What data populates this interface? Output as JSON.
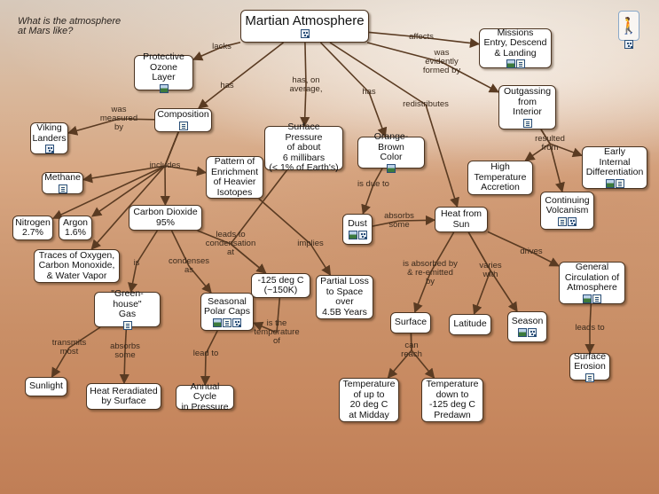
{
  "question": "What is the atmosphere\nat Mars like?",
  "accessibility": {
    "icon": "person-accessibility-icon"
  },
  "nodes": [
    {
      "id": "martian",
      "text": "Martian Atmosphere",
      "title": true,
      "icons": [
        "map"
      ]
    },
    {
      "id": "missions",
      "text": "Missions\nEntry, Descend\n& Landing",
      "icons": [
        "img",
        "doc"
      ]
    },
    {
      "id": "ozone",
      "text": "Protective\nOzone Layer",
      "icons": [
        "img"
      ]
    },
    {
      "id": "composition",
      "text": "Composition",
      "icons": [
        "doc"
      ]
    },
    {
      "id": "viking",
      "text": "Viking\nLanders",
      "icons": [
        "map"
      ]
    },
    {
      "id": "surface_pressure",
      "text": "Surface Pressure\nof about\n6 millibars\n(< 1% of Earth's)",
      "icons": []
    },
    {
      "id": "orange",
      "text": "Orange-Brown\nColor",
      "icons": [
        "img"
      ]
    },
    {
      "id": "outgassing",
      "text": "Outgassing\nfrom\nInterior",
      "icons": [
        "doc"
      ]
    },
    {
      "id": "methane",
      "text": "Methane",
      "icons": [
        "doc"
      ]
    },
    {
      "id": "pattern",
      "text": "Pattern of\nEnrichment\nof Heavier\nIsotopes",
      "icons": []
    },
    {
      "id": "high_temp",
      "text": "High\nTemperature\nAccretion",
      "icons": []
    },
    {
      "id": "early",
      "text": "Early\nInternal\nDifferentiation",
      "icons": [
        "img",
        "doc"
      ]
    },
    {
      "id": "nitrogen",
      "text": "Nitrogen\n2.7%",
      "icons": []
    },
    {
      "id": "argon",
      "text": "Argon\n1.6%",
      "icons": []
    },
    {
      "id": "co2",
      "text": "Carbon Dioxide\n95%",
      "icons": []
    },
    {
      "id": "dust",
      "text": "Dust",
      "icons": [
        "img",
        "map"
      ]
    },
    {
      "id": "heat_sun",
      "text": "Heat from\nSun",
      "icons": []
    },
    {
      "id": "continuing",
      "text": "Continuing\nVolcanism",
      "icons": [
        "doc",
        "map"
      ]
    },
    {
      "id": "traces",
      "text": "Traces of Oxygen,\nCarbon Monoxide,\n& Water Vapor",
      "icons": []
    },
    {
      "id": "minus125",
      "text": "-125 deg C\n(~150K)",
      "icons": []
    },
    {
      "id": "partial_loss",
      "text": "Partial Loss\nto Space\nover\n4.5B Years",
      "icons": []
    },
    {
      "id": "general_circ",
      "text": "General\nCirculation of\nAtmosphere",
      "icons": [
        "img",
        "doc"
      ]
    },
    {
      "id": "greenhouse",
      "text": "\"Green-house\"\nGas",
      "icons": [
        "doc"
      ]
    },
    {
      "id": "polar_caps",
      "text": "Seasonal\nPolar Caps",
      "icons": [
        "img",
        "doc",
        "map"
      ]
    },
    {
      "id": "surface",
      "text": "Surface",
      "icons": []
    },
    {
      "id": "latitude",
      "text": "Latitude",
      "icons": []
    },
    {
      "id": "season",
      "text": "Season",
      "icons": [
        "img",
        "map"
      ]
    },
    {
      "id": "sunlight",
      "text": "Sunlight",
      "icons": []
    },
    {
      "id": "heat_reradiated",
      "text": "Heat Reradiated\nby Surface",
      "icons": []
    },
    {
      "id": "annual_cycle",
      "text": "Annual Cycle\nin Pressure",
      "icons": []
    },
    {
      "id": "temp_up",
      "text": "Temperature\nof up to\n20 deg C\nat Midday",
      "icons": []
    },
    {
      "id": "temp_down",
      "text": "Temperature\ndown to\n-125 deg C\nPredawn",
      "icons": []
    },
    {
      "id": "surface_erosion",
      "text": "Surface\nErosion",
      "icons": [
        "doc"
      ]
    }
  ],
  "links": [
    {
      "id": "lacks",
      "text": "lacks"
    },
    {
      "id": "affects",
      "text": "affects"
    },
    {
      "id": "formed_by",
      "text": "was\nevidently\nformed by"
    },
    {
      "id": "has1",
      "text": "has"
    },
    {
      "id": "has_on_avg",
      "text": "has, on\naverage,"
    },
    {
      "id": "has2",
      "text": "has"
    },
    {
      "id": "redistributes",
      "text": "redistributes"
    },
    {
      "id": "measured_by",
      "text": "was\nmeasured\nby"
    },
    {
      "id": "resulted_from",
      "text": "resulted\nfrom"
    },
    {
      "id": "includes",
      "text": "includes"
    },
    {
      "id": "is_due_to",
      "text": "is due to"
    },
    {
      "id": "absorbs_some1",
      "text": "absorbs\nsome"
    },
    {
      "id": "leads_cond",
      "text": "leads to\ncondensation\nat"
    },
    {
      "id": "implies",
      "text": "implies"
    },
    {
      "id": "is",
      "text": "is"
    },
    {
      "id": "condenses_as",
      "text": "condenses\nas"
    },
    {
      "id": "absorbed_reemitted",
      "text": "is absorbed by\n& re-emitted\nby"
    },
    {
      "id": "varies_with",
      "text": "varies\nwith"
    },
    {
      "id": "drives",
      "text": "drives"
    },
    {
      "id": "is_temp_of",
      "text": "is the\ntemperature\nof"
    },
    {
      "id": "transmits_most",
      "text": "transmits\nmost"
    },
    {
      "id": "absorbs_some2",
      "text": "absorbs\nsome"
    },
    {
      "id": "lead_to",
      "text": "lead to"
    },
    {
      "id": "can_reach",
      "text": "can\nreach"
    },
    {
      "id": "leads_to",
      "text": "leads to"
    }
  ]
}
